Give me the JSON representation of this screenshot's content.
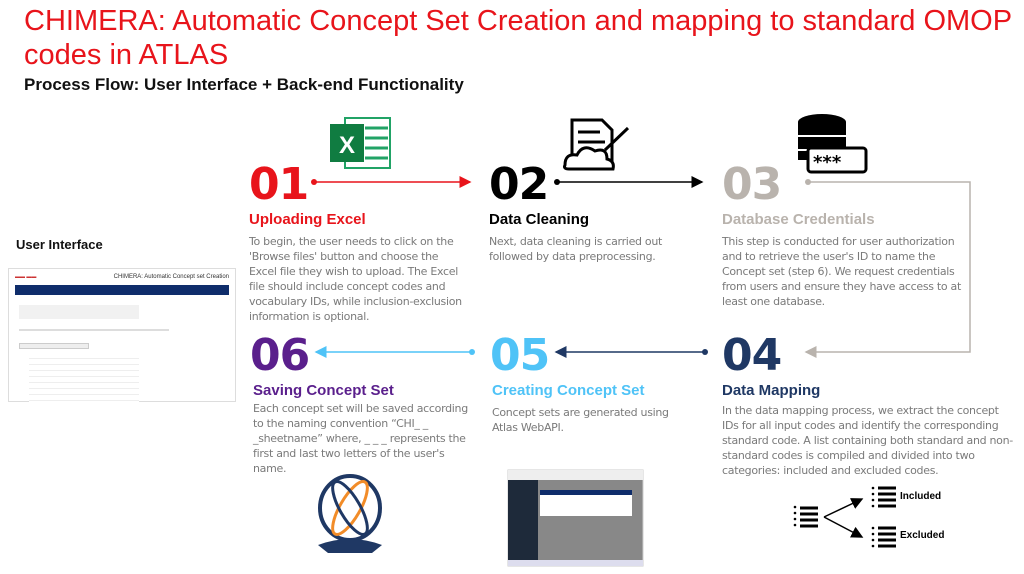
{
  "title": "CHIMERA: Automatic Concept Set Creation and mapping to standard OMOP codes in ATLAS",
  "subtitle": "Process Flow: User Interface + Back-end Functionality",
  "user_interface_label": "User Interface",
  "thumbnail_title": "CHIMERA: Automatic Concept set Creation",
  "colors": {
    "title": "#e8141b",
    "step1": "#e8141b",
    "step2": "#000000",
    "step3": "#b9b3ad",
    "step4": "#1f3864",
    "step5": "#4fc3f7",
    "step6": "#5a1f8c"
  },
  "steps": [
    {
      "num": "01",
      "label": "Uploading Excel",
      "icon": "excel-icon",
      "desc": "To begin, the user needs to click on the 'Browse files' button and choose the Excel file they wish to upload. The Excel file should include concept codes and vocabulary IDs, while inclusion-exclusion information is optional."
    },
    {
      "num": "02",
      "label": "Data Cleaning",
      "icon": "document-cleaning-icon",
      "desc": "Next, data cleaning is carried out followed by data preprocessing."
    },
    {
      "num": "03",
      "label": "Database Credentials",
      "icon": "database-password-icon",
      "desc": "This step is conducted for user authorization and to retrieve the user's ID to name the Concept set (step 6). We request credentials from users and ensure they have access to at least one database."
    },
    {
      "num": "04",
      "label": "Data Mapping",
      "icon": "list-split-icon",
      "desc": "In the data mapping process, we extract the concept IDs for all input codes and identify the corresponding standard code. A list containing both standard and non-standard codes is compiled and divided into two categories: included and excluded codes."
    },
    {
      "num": "05",
      "label": "Creating Concept Set",
      "icon": "atlas-screenshot",
      "desc": "Concept sets are generated using Atlas WebAPI."
    },
    {
      "num": "06",
      "label": "Saving Concept Set",
      "icon": "atlas-logo",
      "desc": "Each concept set will be saved according to the naming convention “CHI_ _ _sheetname” where, _ _ _  represents the first and last two letters of the user's name."
    }
  ],
  "mapping": {
    "included": "Included",
    "excluded": "Excluded"
  }
}
